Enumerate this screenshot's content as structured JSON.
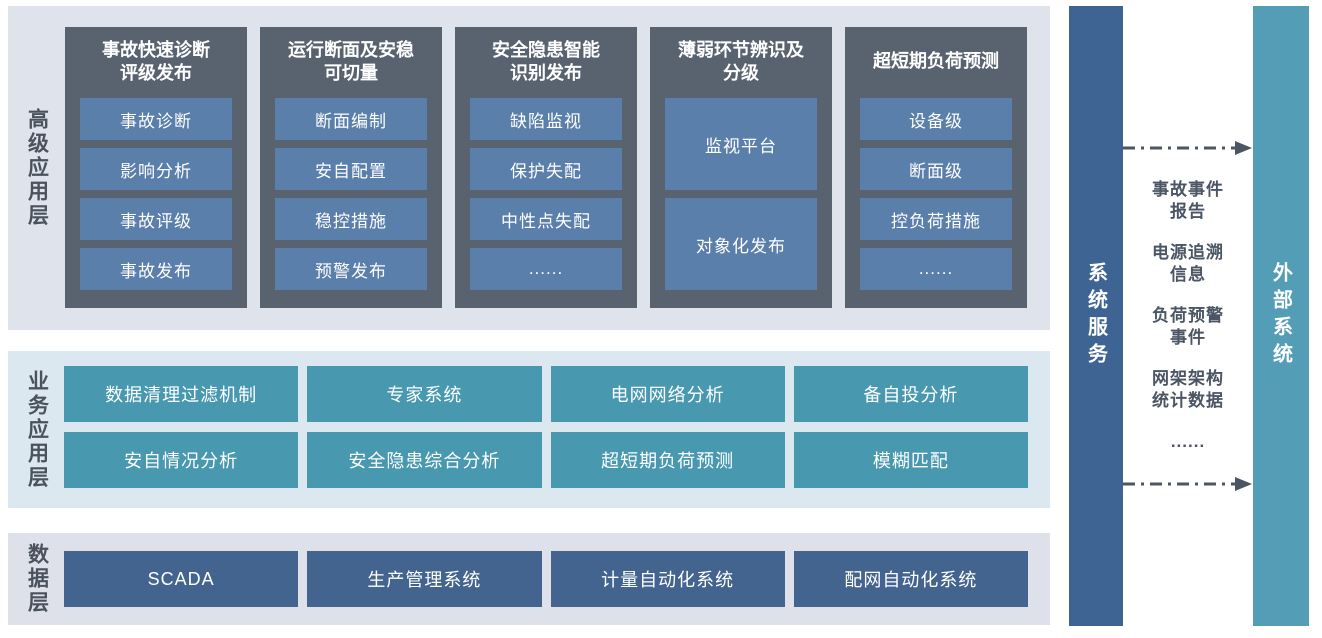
{
  "colors": {
    "layer1-bg": "#dee3ec",
    "layer2-bg": "#dbe8ef",
    "layer3-bg": "#dee1e9",
    "column-bg": "#59626f",
    "chip-bg": "#5b7fab",
    "teal-box": "#4899af",
    "data-box": "#42648f",
    "sys-bar": "#3e6493",
    "ext-bar": "#549db7",
    "label-text": "#4a525e",
    "exchange-text": "#4b5564"
  },
  "layers": {
    "advanced": {
      "label": "高级应用层",
      "columns": [
        {
          "title": "事故快速诊断\n评级发布",
          "tall": false,
          "items": [
            "事故诊断",
            "影响分析",
            "事故评级",
            "事故发布"
          ]
        },
        {
          "title": "运行断面及安稳\n可切量",
          "tall": false,
          "items": [
            "断面编制",
            "安自配置",
            "稳控措施",
            "预警发布"
          ]
        },
        {
          "title": "安全隐患智能\n识别发布",
          "tall": false,
          "items": [
            "缺陷监视",
            "保护失配",
            "中性点失配",
            "......"
          ]
        },
        {
          "title": "薄弱环节辨识及\n分级",
          "tall": true,
          "items": [
            "监视平台",
            "对象化发布"
          ]
        },
        {
          "title": "超短期负荷预测",
          "tall": false,
          "items": [
            "设备级",
            "断面级",
            "控负荷措施",
            "......"
          ]
        }
      ]
    },
    "business": {
      "label": "业务应用层",
      "boxes": [
        "数据清理过滤机制",
        "专家系统",
        "电网网络分析",
        "备自投分析",
        "安自情况分析",
        "安全隐患综合分析",
        "超短期负荷预测",
        "模糊匹配"
      ]
    },
    "data": {
      "label": "数据层",
      "boxes": [
        "SCADA",
        "生产管理系统",
        "计量自动化系统",
        "配网自动化系统"
      ]
    }
  },
  "right": {
    "system_service_label": "系统服务",
    "external_system_label": "外部系统",
    "exchange_items": [
      "事故事件\n报告",
      "电源追溯\n信息",
      "负荷预警\n事件",
      "网架架构\n统计数据",
      "......"
    ]
  }
}
